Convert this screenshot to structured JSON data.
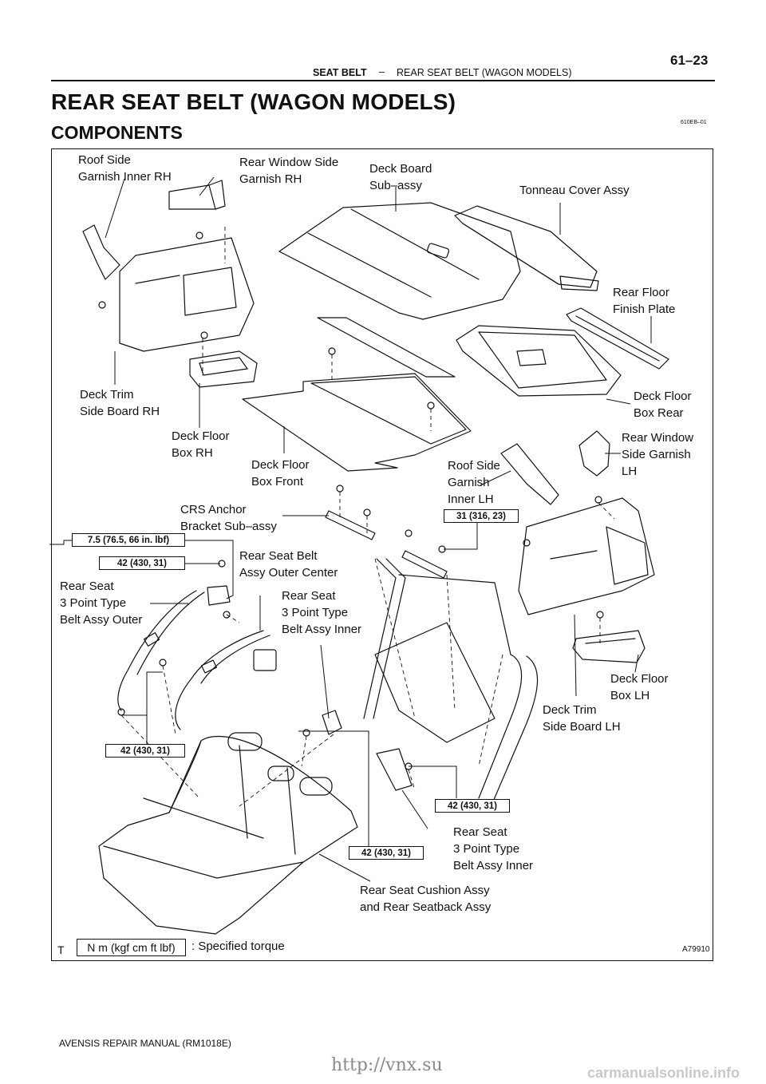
{
  "header": {
    "section": "SEAT BELT",
    "separator": "–",
    "subsection": "REAR SEAT BELT (WAGON MODELS)",
    "page_number": "61–23"
  },
  "title": "REAR SEAT BELT (WAGON MODELS)",
  "subtitle": "COMPONENTS",
  "doc_code": "610EB–01",
  "labels": {
    "roof_side_rh": [
      "Roof Side",
      "Garnish Inner RH"
    ],
    "rear_window_side_rh": [
      "Rear Window Side",
      "Garnish RH"
    ],
    "deck_board": [
      "Deck Board",
      "Sub–assy"
    ],
    "tonneau": [
      "Tonneau Cover Assy"
    ],
    "rear_floor_finish": [
      "Rear Floor",
      "Finish Plate"
    ],
    "deck_floor_box_rear": [
      "Deck Floor",
      "Box Rear"
    ],
    "deck_trim_rh": [
      "Deck Trim",
      "Side Board RH"
    ],
    "deck_floor_box_rh": [
      "Deck Floor",
      "Box RH"
    ],
    "deck_floor_box_front": [
      "Deck Floor",
      "Box Front"
    ],
    "roof_side_lh": [
      "Roof Side",
      "Garnish",
      "Inner LH"
    ],
    "rear_window_side_lh": [
      "Rear Window",
      "Side Garnish",
      "LH"
    ],
    "crs_anchor": [
      "CRS Anchor",
      "Bracket Sub–assy"
    ],
    "belt_outer_center": [
      "Rear Seat Belt",
      "Assy Outer Center"
    ],
    "belt_3pt_outer": [
      "Rear Seat",
      "3 Point Type",
      "Belt Assy Outer"
    ],
    "belt_3pt_inner_upper": [
      "Rear Seat",
      "3 Point Type",
      "Belt Assy Inner"
    ],
    "deck_floor_box_lh": [
      "Deck Floor",
      "Box LH"
    ],
    "deck_trim_lh": [
      "Deck Trim",
      "Side Board LH"
    ],
    "belt_3pt_inner_lower": [
      "Rear Seat",
      "3 Point Type",
      "Belt Assy Inner"
    ],
    "seat_cushion": [
      "Rear Seat Cushion Assy",
      "and Rear Seatback Assy"
    ]
  },
  "torques": {
    "t1": "7.5 (76.5, 66 in. lbf)",
    "t2": "42 (430, 31)",
    "t3": "31 (316, 23)",
    "t4": "42 (430, 31)",
    "t5": "42 (430, 31)",
    "t6": "42 (430, 31)"
  },
  "legend": {
    "box": "N m (kgf cm ft lbf)",
    "text": ": Specified torque",
    "t_mark": "T"
  },
  "figure_code": "A79910",
  "footer": "AVENSIS REPAIR MANUAL   (RM1018E)",
  "watermark": "http://vnx.su",
  "site": "carmanualsonline.info"
}
